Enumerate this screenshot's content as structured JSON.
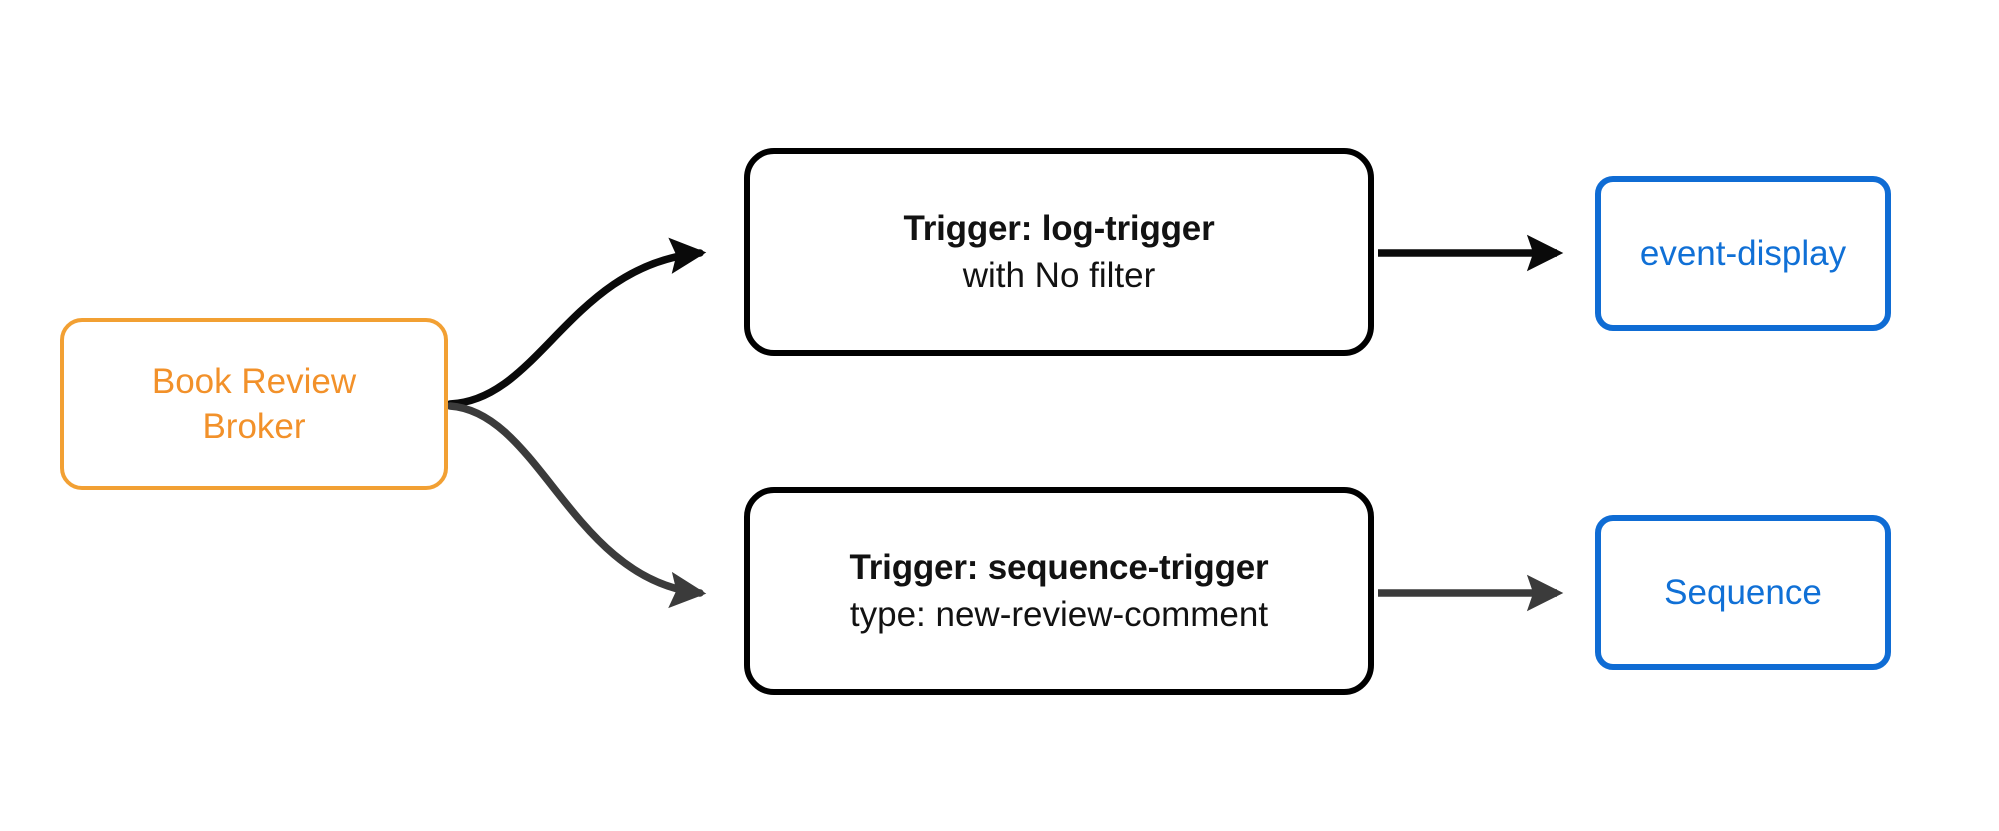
{
  "diagram": {
    "title": "Broker trigger routing flow",
    "background_color": "#ffffff",
    "colors": {
      "broker_stroke": "#F2A033",
      "broker_text": "#F2912A",
      "trigger_stroke": "#000000",
      "trigger_text": "#121212",
      "sink_stroke": "#0F6CD4",
      "sink_text": "#1070D6",
      "edge_black": "#0A0A0A",
      "edge_gray": "#3B3B3B"
    }
  },
  "nodes": {
    "broker": {
      "id": "book-review-broker",
      "line1": "Book Review",
      "line2": "Broker",
      "shape": "rounded-rect",
      "stroke": "#F2A033"
    },
    "trigger_log": {
      "id": "log-trigger",
      "title": "Trigger: log-trigger",
      "subtitle": "with No filter",
      "shape": "rounded-rect",
      "stroke": "#000000"
    },
    "trigger_sequence": {
      "id": "sequence-trigger",
      "title": "Trigger: sequence-trigger",
      "subtitle": "type: new-review-comment",
      "shape": "rounded-rect",
      "stroke": "#000000"
    },
    "sink_event_display": {
      "id": "event-display",
      "label": "event-display",
      "shape": "rounded-rect",
      "stroke": "#0F6CD4"
    },
    "sink_sequence": {
      "id": "sequence",
      "label": "Sequence",
      "shape": "rounded-rect",
      "stroke": "#0F6CD4"
    }
  },
  "edges": [
    {
      "id": "broker-to-log-trigger",
      "from": "book-review-broker",
      "to": "log-trigger",
      "style": "curved",
      "color": "#0A0A0A",
      "arrowhead": "filled-triangle"
    },
    {
      "id": "broker-to-sequence-trigger",
      "from": "book-review-broker",
      "to": "sequence-trigger",
      "style": "curved",
      "color": "#3B3B3B",
      "arrowhead": "filled-triangle"
    },
    {
      "id": "log-trigger-to-event-display",
      "from": "log-trigger",
      "to": "event-display",
      "style": "straight",
      "color": "#0A0A0A",
      "arrowhead": "filled-triangle"
    },
    {
      "id": "sequence-trigger-to-sequence",
      "from": "sequence-trigger",
      "to": "sequence",
      "style": "straight",
      "color": "#3B3B3B",
      "arrowhead": "filled-triangle"
    }
  ]
}
